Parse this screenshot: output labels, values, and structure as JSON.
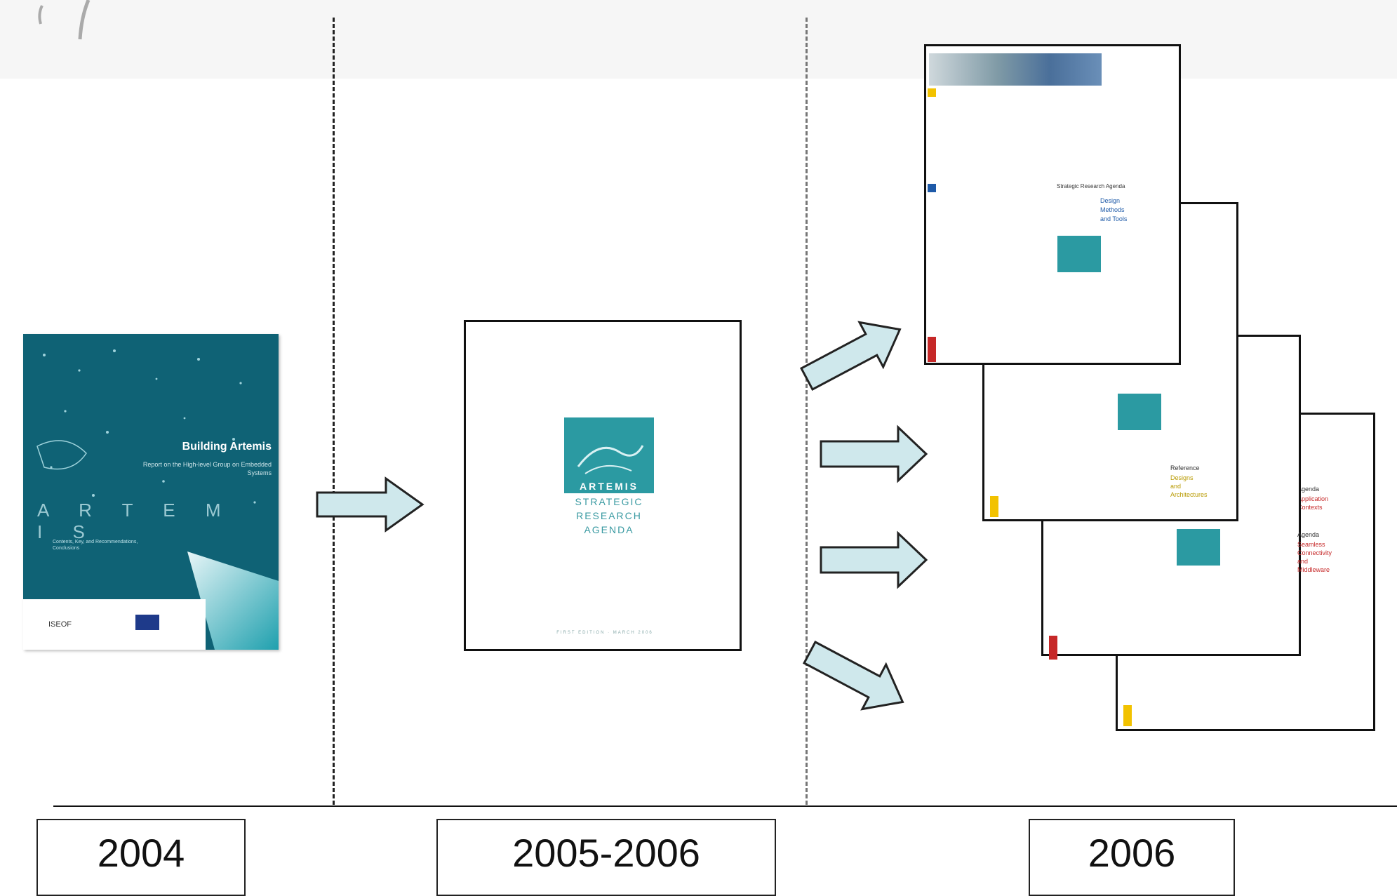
{
  "years": [
    "2004",
    "2005-2006",
    "2006"
  ],
  "cover_2004": {
    "title": "Building Artemis",
    "subtitle": "Report on the High-level Group on Embedded Systems",
    "big_letters": "A R T E M I S",
    "contents": "Contents, Key, and Recommendations, Conclusions",
    "publisher": "ISEOF"
  },
  "cover_sra": {
    "brand": "ARTEMIS",
    "lines": [
      "STRATEGIC",
      "RESEARCH",
      "AGENDA"
    ],
    "footer": "FIRST EDITION  ·  MARCH 2006"
  },
  "agenda_pages": {
    "p1": {
      "heading": "Strategic Research Agenda",
      "lines": [
        "Design",
        "Methods",
        "and Tools"
      ],
      "tab_color": "#c62828",
      "accent": "#1e5aa8"
    },
    "p2": {
      "heading": "Reference",
      "lines": [
        "Designs",
        "and",
        "Architectures"
      ],
      "tab_color": "#f2c200"
    },
    "p3": {
      "heading": "Agenda",
      "lines": [
        "Seamless",
        "Connectivity",
        "and",
        "Middleware"
      ],
      "tab_color": "#c62828"
    },
    "p4": {
      "heading": "Agenda",
      "lines": [
        "Application",
        "Contexts"
      ],
      "tab_color": "#f2c200"
    }
  },
  "colors": {
    "arrow_fill": "#cfe8ec",
    "arrow_stroke": "#222222",
    "teal": "#2b9aa2",
    "cover_bg": "#0f6275"
  }
}
